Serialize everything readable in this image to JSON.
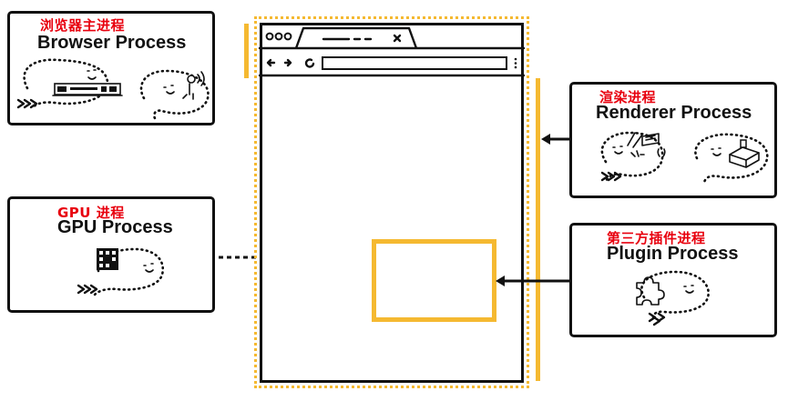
{
  "colors": {
    "accent_orange": "#f5b931",
    "label_red": "#e8000e",
    "ink": "#111111"
  },
  "browser_process": {
    "label_zh": "浏览器主进程",
    "label_en": "Browser Process"
  },
  "gpu_process": {
    "label_zh": "GPU 进程",
    "label_en": "GPU Process"
  },
  "renderer_process": {
    "label_zh": "渲染进程",
    "label_en": "Renderer Process"
  },
  "plugin_process": {
    "label_zh": "第三方插件进程",
    "label_en": "Plugin Process"
  },
  "browser_window": {
    "tab_icon": "close-icon",
    "toolbar_icons": [
      "back-arrow-icon",
      "forward-arrow-icon",
      "reload-icon",
      "menu-dots-icon"
    ]
  }
}
